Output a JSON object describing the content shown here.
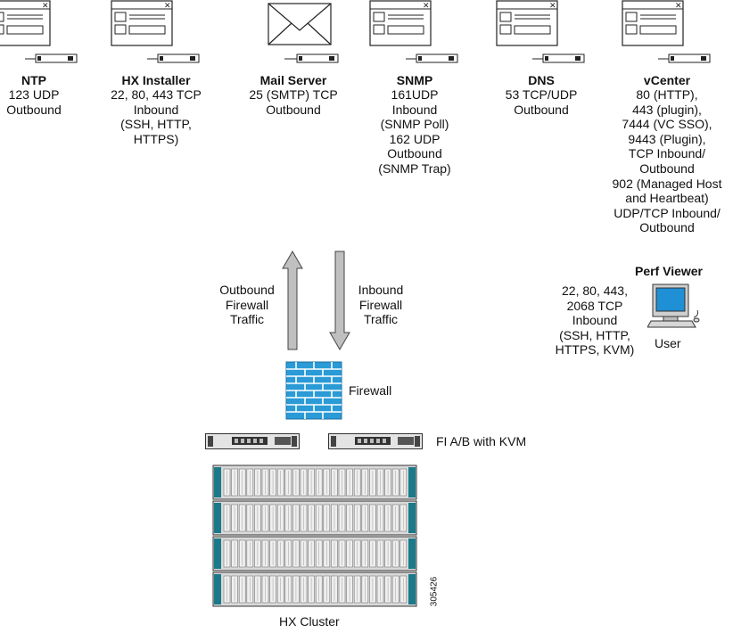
{
  "services": [
    {
      "name": "NTP",
      "icon": "browser-window-icon",
      "lines": [
        "123 UDP",
        "Outbound"
      ]
    },
    {
      "name": "HX Installer",
      "icon": "browser-window-icon",
      "lines": [
        "22, 80, 443 TCP",
        "Inbound",
        "(SSH, HTTP,",
        "HTTPS)"
      ]
    },
    {
      "name": "Mail Server",
      "icon": "envelope-icon",
      "lines": [
        "25 (SMTP) TCP",
        "Outbound"
      ]
    },
    {
      "name": "SNMP",
      "icon": "browser-window-icon",
      "lines": [
        "161UDP",
        "Inbound",
        "(SNMP Poll)",
        "162 UDP",
        "Outbound",
        "(SNMP Trap)"
      ]
    },
    {
      "name": "DNS",
      "icon": "browser-window-icon",
      "lines": [
        "53 TCP/UDP",
        "Outbound"
      ]
    },
    {
      "name": "vCenter",
      "icon": "browser-window-icon",
      "lines": [
        "80 (HTTP),",
        "443 (plugin),",
        "7444 (VC SSO),",
        "9443 (Plugin),",
        "TCP Inbound/",
        "Outbound",
        "902 (Managed Host",
        "and Heartbeat)",
        "UDP/TCP Inbound/",
        "Outbound"
      ]
    }
  ],
  "traffic": {
    "outbound": [
      "Outbound",
      "Firewall",
      "Traffic"
    ],
    "inbound": [
      "Inbound",
      "Firewall",
      "Traffic"
    ]
  },
  "firewall_label": "Firewall",
  "fi_label": "FI A/B with KVM",
  "cluster_label": "HX Cluster",
  "figure_number": "305426",
  "perf_viewer": {
    "title": "Perf Viewer",
    "lines": [
      "22, 80, 443,",
      "2068 TCP",
      "Inbound",
      "(SSH, HTTP,",
      "HTTPS, KVM)"
    ],
    "user_label": "User"
  },
  "colors": {
    "firewall": "#2a9bd6",
    "monitor": "#1f8fd6",
    "arrow": "#c0c0c0",
    "cluster_accent": "#1a7a8a"
  }
}
